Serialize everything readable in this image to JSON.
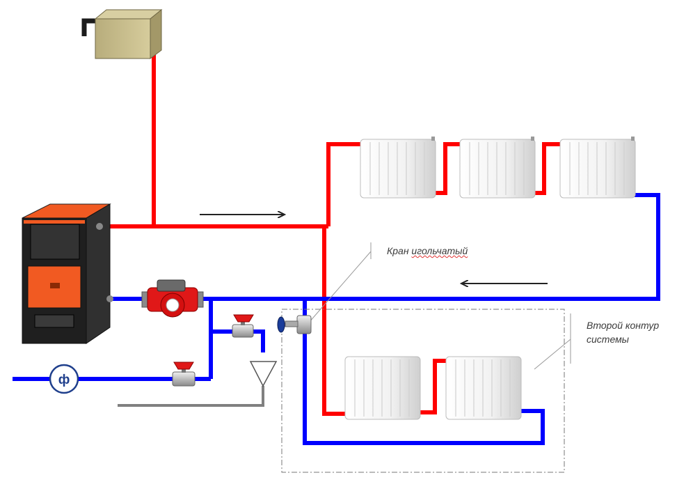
{
  "labels": {
    "needle_valve_word1": "Кран",
    "needle_valve_word2": "игольчатый",
    "second_circuit_line1": "Второй контур",
    "second_circuit_line2": "системы"
  },
  "meter_symbol": "ф",
  "pipes": {
    "supply_color": "#ff0000",
    "return_color": "#0000ff",
    "drain_color": "#808080"
  }
}
